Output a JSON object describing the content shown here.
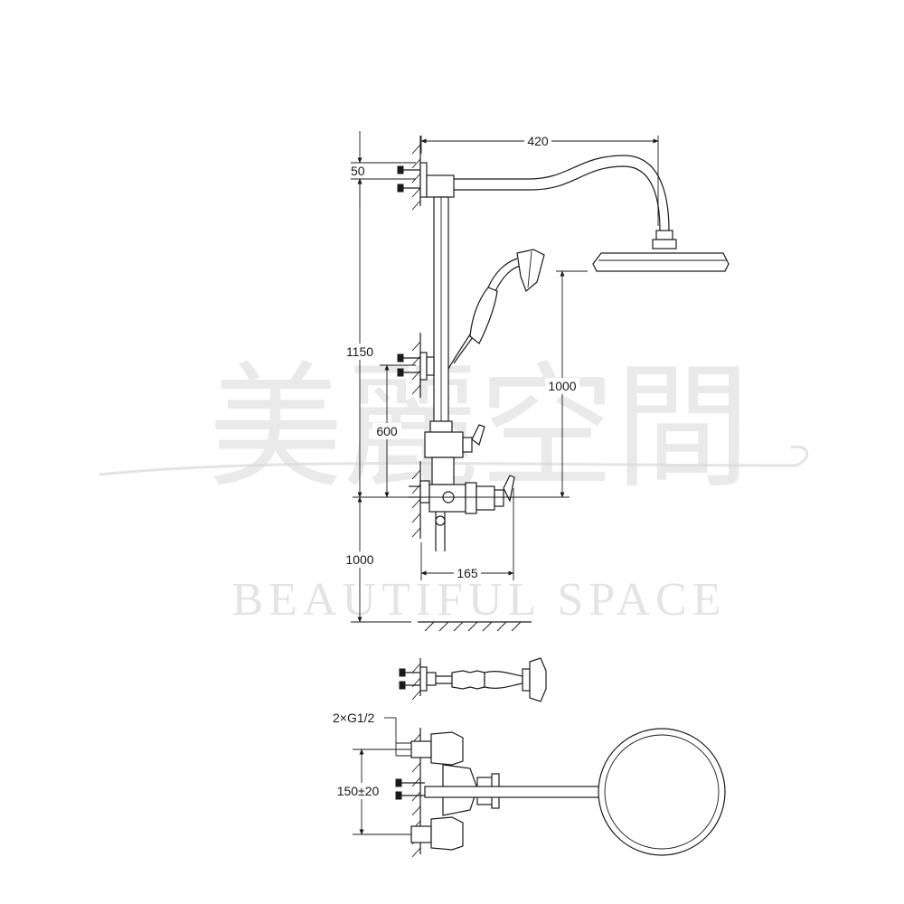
{
  "watermark": {
    "chinese": "美麗空間",
    "english": "BEAUTIFUL SPACE"
  },
  "dimensions": {
    "rain_arm_reach": "420",
    "top_bracket_offset": "50",
    "mount_height": "1150",
    "diverter_height": "600",
    "showerhead_height": "1000",
    "floor_to_valve": "1000",
    "valve_projection": "165",
    "inlet_thread": "2×G1/2",
    "inlet_spacing": "150±20"
  },
  "colors": {
    "line": "#1a1a1a",
    "watermark": "#d9d9d9"
  }
}
